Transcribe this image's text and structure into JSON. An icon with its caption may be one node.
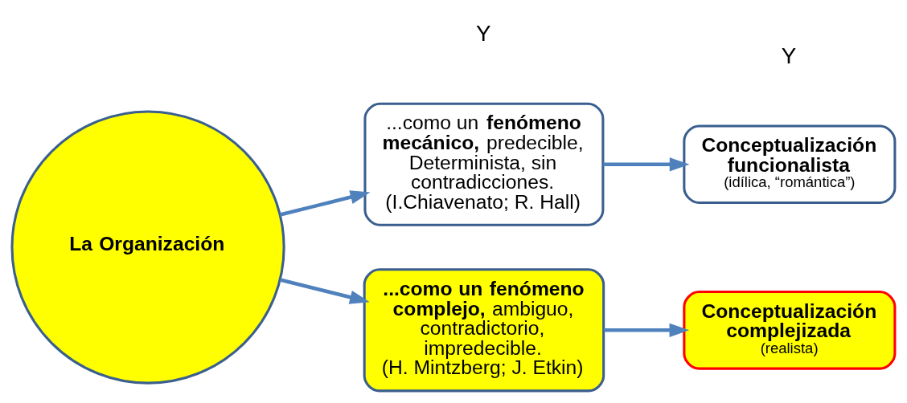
{
  "diagram": {
    "nodes": [
      {
        "text": [
          "La Organización"
        ]
      },
      {
        "text": [
          "...como un **fenómeno mecánico,** predecible, Determinista, sin contradicciones.",
          "(I.Chiavenato; R. Hall)"
        ]
      },
      {
        "text": [
          "Conceptualización funcionalista",
          "(idílica, “romántica”)"
        ]
      },
      {
        "text": [
          "**...como un fenómeno complejo,** ambiguo, contradictorio, impredecible.",
          "(H. Mintzberg; J. Etkin)"
        ]
      },
      {
        "text": [
          "Conceptualización complejizada",
          "(realista)"
        ]
      }
    ],
    "edges": [
      {
        "from": 0,
        "to": 1,
        "arrow": "to"
      },
      {
        "from": 0,
        "to": 3,
        "arrow": "to"
      },
      {
        "from": 1,
        "to": 2,
        "arrow": "to"
      },
      {
        "from": 3,
        "to": 4,
        "arrow": "to"
      }
    ],
    "labels": [
      "Y",
      "Y"
    ]
  }
}
